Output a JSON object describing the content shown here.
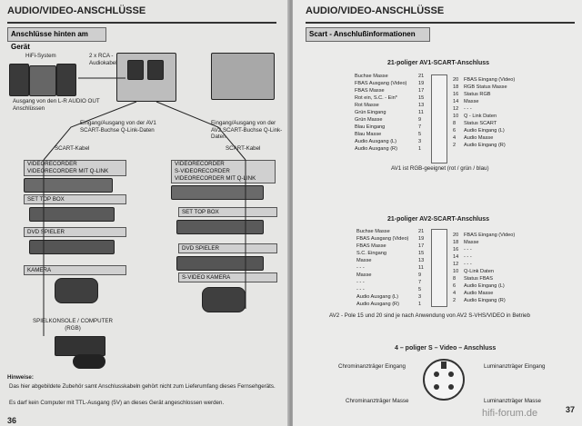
{
  "left": {
    "header": "AUDIO/VIDEO-ANSCHLÜSSE",
    "section_title": "Anschlüsse hinten am Gerät",
    "hifi": "HiFi-System",
    "rca": "2 x RCA -\nAudiokabel",
    "audio_out": "Ausgang von den L-R AUDIO OUT Anschlüssen",
    "av1_note": "Eingang/Ausgang von der AV1 SCART-Buchse Q-Link-Daten",
    "av2_note": "Eingang/Ausgang von der AV2 SCART-Buchse Q-Link-Daten",
    "scart_cable_left": "SCART-Kabel",
    "scart_cable_right": "SCART-Kabel",
    "left_column": [
      "VIDEORECORDER\nVIDEORECORDER MIT Q-LINK",
      "SET TOP BOX",
      "DVD SPIELER",
      "KAMERA",
      "SPIELKONSOLE / COMPUTER\n(RGB)"
    ],
    "right_column": [
      "VIDEORECORDER\nS-VIDEORECORDER\nVIDEORECORDER MIT Q-LINK",
      "SET TOP BOX",
      "DVD SPIELER",
      "S-VIDEO KAMERA"
    ],
    "notes_title": "Hinweise:",
    "notes": [
      "Das hier abgebildete Zubehör samt Anschlusskabeln gehört nicht zum Lieferumfang dieses Fernsehgeräts.",
      "Es darf kein Computer mit TTL-Ausgang (5V) an dieses Gerät angeschlossen werden."
    ],
    "page": "36"
  },
  "right": {
    "header": "AUDIO/VIDEO-ANSCHLÜSSE",
    "section_title": "Scart - Anschlußinformationen",
    "av1_title": "21-poliger AV1-SCART-Anschluss",
    "av1_left": [
      "Buchse Masse",
      "FBAS Ausgang (Video)",
      "FBAS Masse",
      "Rot ein, S.C. - Ein*",
      "Rot Masse",
      "Grün Eingang",
      "Grün Masse",
      "Blau Eingang",
      "Blau Masse",
      "Audio Ausgang (L)",
      "Audio Ausgang (R)"
    ],
    "av1_left_nums": [
      "21",
      "19",
      "17",
      "15",
      "13",
      "11",
      "9",
      "7",
      "5",
      "3",
      "1"
    ],
    "av1_right_nums": [
      "20",
      "18",
      "16",
      "14",
      "12",
      "10",
      "8",
      "6",
      "4",
      "2"
    ],
    "av1_right": [
      "FBAS Eingang (Video)",
      "RGB Status Masse",
      "Status RGB",
      "Masse",
      "- - -",
      "Q - Link Daten",
      "Status SCART",
      "Audio Eingang (L)",
      "Audio Masse",
      "Audio Eingang (R)"
    ],
    "av1_note": "AV1 ist RGB-geeignet (rot / grün / blau)",
    "av2_title": "21-poliger AV2-SCART-Anschluss",
    "av2_left": [
      "Buchse Masse",
      "FBAS Ausgang (Video)",
      "FBAS Masse",
      "S.C. Eingang",
      "Masse",
      "- - -",
      "Masse",
      "- - -",
      "- - -",
      "Audio Ausgang (L)",
      "Audio Ausgang (R)"
    ],
    "av2_left_nums": [
      "21",
      "19",
      "17",
      "15",
      "13",
      "11",
      "9",
      "7",
      "5",
      "3",
      "1"
    ],
    "av2_right_nums": [
      "20",
      "18",
      "16",
      "14",
      "12",
      "10",
      "8",
      "6",
      "4",
      "2"
    ],
    "av2_right": [
      "FBAS Eingang (Video)",
      "Masse",
      "- - -",
      "- - -",
      "- - -",
      "Q-Link Daten",
      "Status FBAS",
      "Audio Eingang (L)",
      "Audio Masse",
      "Audio Eingang (R)"
    ],
    "av2_note": "AV2 - Pole 15 und 20 sind je nach Anwendung von AV2 S-VHS/VIDEO in Betrieb",
    "svideo_title": "4 – poliger S – Video – Anschluss",
    "sv_labels": [
      "Chrominanzträger Eingang",
      "Luminanzträger Eingang",
      "Chrominanzträger Masse",
      "Luminanzträger Masse"
    ],
    "page": "37",
    "watermark": "hifi-forum.de"
  }
}
